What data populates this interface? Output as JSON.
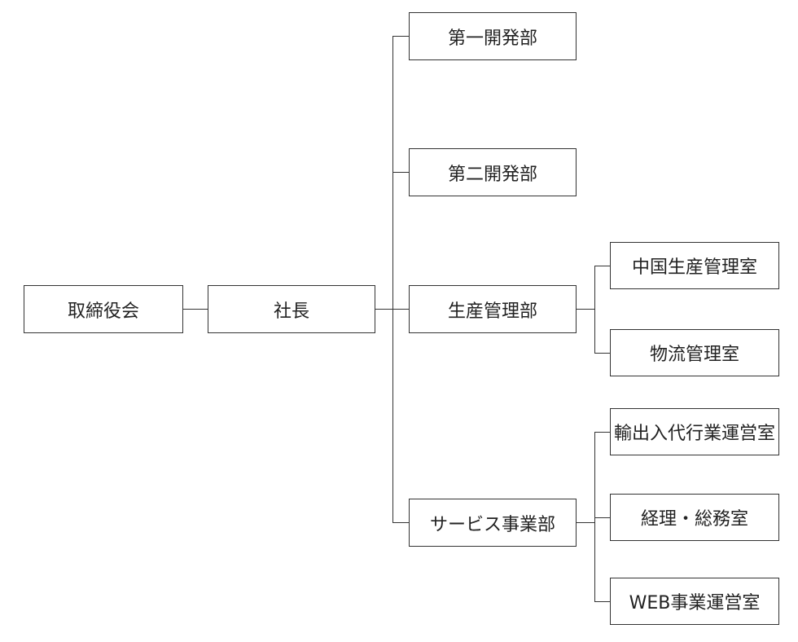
{
  "org": {
    "board": "取締役会",
    "president": "社長",
    "dept1": "第一開発部",
    "dept2": "第二開発部",
    "dept3": "生産管理部",
    "dept4": "サービス事業部",
    "dept3_sub1": "中国生産管理室",
    "dept3_sub2": "物流管理室",
    "dept4_sub1": "輸出入代行業運営室",
    "dept4_sub2": "経理・総務室",
    "dept4_sub3": "WEB事業運営室"
  },
  "colors": {
    "line": "#333333",
    "text": "#222222",
    "background": "#ffffff"
  }
}
